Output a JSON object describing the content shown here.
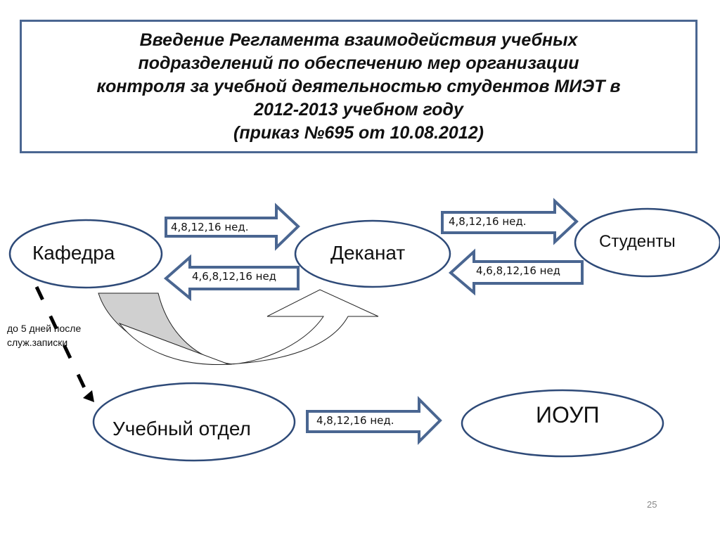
{
  "title": {
    "line1": "Введение Регламента взаимодействия учебных",
    "line2": "подразделений по обеспечению мер организации",
    "line3": "контроля за учебной деятельностью студентов МИЭТ в",
    "line4": "2012-2013 учебном году",
    "line5": "(приказ №695 от 10.08.2012)"
  },
  "nodes": {
    "kafedra": "Кафедра",
    "dekanat": "Деканат",
    "studenty": "Студенты",
    "uchebny_otdel": "Учебный отдел",
    "ioup": "ИОУП"
  },
  "arrows": {
    "kafedra_to_dekanat": "4,8,12,16 нед.",
    "dekanat_to_kafedra": "4,6,8,12,16 нед",
    "dekanat_to_studenty": "4,8,12,16 нед.",
    "studenty_to_dekanat": "4,6,8,12,16 нед",
    "otdel_to_ioup": "4,8,12,16 нед."
  },
  "note": {
    "line1": "до 5 дней после",
    "line2": "служ.записки"
  },
  "page_number": "25",
  "colors": {
    "border": "#4a6691",
    "arrow_border": "#4a6691",
    "curved_arrow_fill": "#d0d0d0"
  }
}
